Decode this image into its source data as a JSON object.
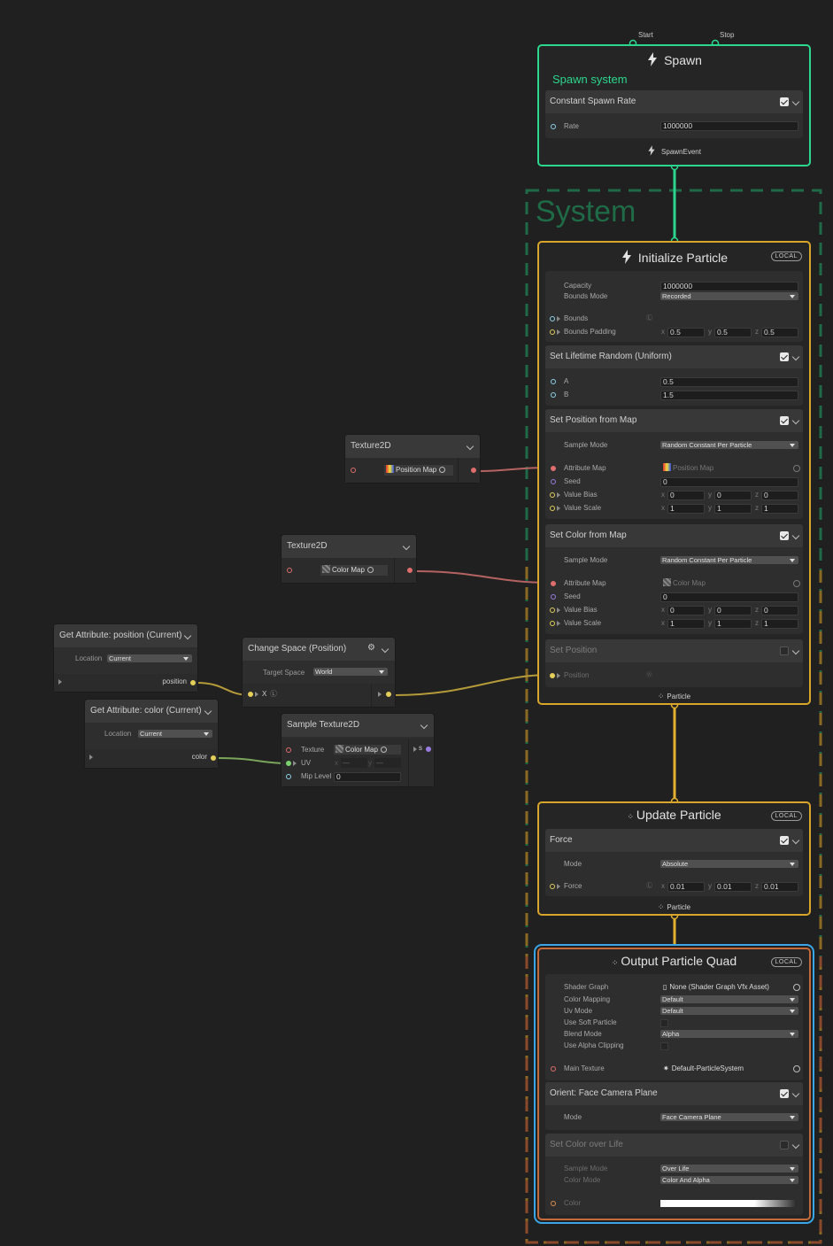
{
  "spawn": {
    "start_label": "Start",
    "stop_label": "Stop",
    "title": "Spawn",
    "system_name": "Spawn system",
    "block": {
      "title": "Constant Spawn Rate",
      "rate_label": "Rate",
      "rate_value": "1000000"
    },
    "event_label": "SpawnEvent"
  },
  "system_label": "System",
  "initialize": {
    "title": "Initialize Particle",
    "local_badge": "LOCAL",
    "capacity_label": "Capacity",
    "capacity_value": "1000000",
    "bounds_mode_label": "Bounds Mode",
    "bounds_mode_value": "Recorded",
    "bounds_label": "Bounds",
    "bounds_padding_label": "Bounds Padding",
    "bounds_padding": {
      "x": "0.5",
      "y": "0.5",
      "z": "0.5"
    },
    "lifetime": {
      "title": "Set Lifetime Random (Uniform)",
      "a_label": "A",
      "a_value": "0.5",
      "b_label": "B",
      "b_value": "1.5"
    },
    "position_map": {
      "title": "Set Position from Map",
      "sample_mode_label": "Sample Mode",
      "sample_mode_value": "Random Constant Per Particle",
      "attribute_map_label": "Attribute Map",
      "attribute_map_value": "Position Map",
      "seed_label": "Seed",
      "seed_value": "0",
      "value_bias_label": "Value Bias",
      "value_bias": {
        "x": "0",
        "y": "0",
        "z": "0"
      },
      "value_scale_label": "Value Scale",
      "value_scale": {
        "x": "1",
        "y": "1",
        "z": "1"
      }
    },
    "color_map": {
      "title": "Set Color from Map",
      "sample_mode_label": "Sample Mode",
      "sample_mode_value": "Random Constant Per Particle",
      "attribute_map_label": "Attribute Map",
      "attribute_map_value": "Color Map",
      "seed_label": "Seed",
      "seed_value": "0",
      "value_bias_label": "Value Bias",
      "value_bias": {
        "x": "0",
        "y": "0",
        "z": "0"
      },
      "value_scale_label": "Value Scale",
      "value_scale": {
        "x": "1",
        "y": "1",
        "z": "1"
      }
    },
    "set_position": {
      "title": "Set Position",
      "position_label": "Position"
    },
    "flow_label": "Particle"
  },
  "update": {
    "title": "Update Particle",
    "local_badge": "LOCAL",
    "force": {
      "title": "Force",
      "mode_label": "Mode",
      "mode_value": "Absolute",
      "force_label": "Force",
      "force": {
        "x": "0.01",
        "y": "0.01",
        "z": "0.01"
      }
    },
    "flow_label": "Particle"
  },
  "output": {
    "title": "Output Particle Quad",
    "local_badge": "LOCAL",
    "shader_graph_label": "Shader Graph",
    "shader_graph_value": "None (Shader Graph Vfx Asset)",
    "color_mapping_label": "Color Mapping",
    "color_mapping_value": "Default",
    "uv_mode_label": "Uv Mode",
    "uv_mode_value": "Default",
    "soft_particle_label": "Use Soft Particle",
    "blend_mode_label": "Blend Mode",
    "blend_mode_value": "Alpha",
    "alpha_clipping_label": "Use Alpha Clipping",
    "main_texture_label": "Main Texture",
    "main_texture_value": "Default-ParticleSystem",
    "orient": {
      "title": "Orient: Face Camera Plane",
      "mode_label": "Mode",
      "mode_value": "Face Camera Plane"
    },
    "color_over_life": {
      "title": "Set Color over Life",
      "sample_mode_label": "Sample Mode",
      "sample_mode_value": "Over Life",
      "color_mode_label": "Color Mode",
      "color_mode_value": "Color And Alpha",
      "color_label": "Color"
    }
  },
  "nodes": {
    "tex_position": {
      "title": "Texture2D",
      "value": "Position Map"
    },
    "tex_color": {
      "title": "Texture2D",
      "value": "Color Map"
    },
    "get_position": {
      "title": "Get Attribute: position (Current)",
      "location_label": "Location",
      "location_value": "Current",
      "out_label": "position"
    },
    "get_color": {
      "title": "Get Attribute: color (Current)",
      "location_label": "Location",
      "location_value": "Current",
      "out_label": "color"
    },
    "change_space": {
      "title": "Change Space (Position)",
      "target_label": "Target Space",
      "target_value": "World",
      "x_label": "X"
    },
    "sample_tex": {
      "title": "Sample Texture2D",
      "texture_label": "Texture",
      "texture_value": "Color Map",
      "uv_label": "UV",
      "uv_x": "—",
      "uv_y": "—",
      "mip_label": "Mip Level",
      "mip_value": "0",
      "out_label": "s"
    }
  },
  "colors": {
    "spawn": "#2bd78e",
    "particle": "#d9a62b",
    "selection": "#3aa6e8",
    "system_border": "#1f6a47"
  }
}
